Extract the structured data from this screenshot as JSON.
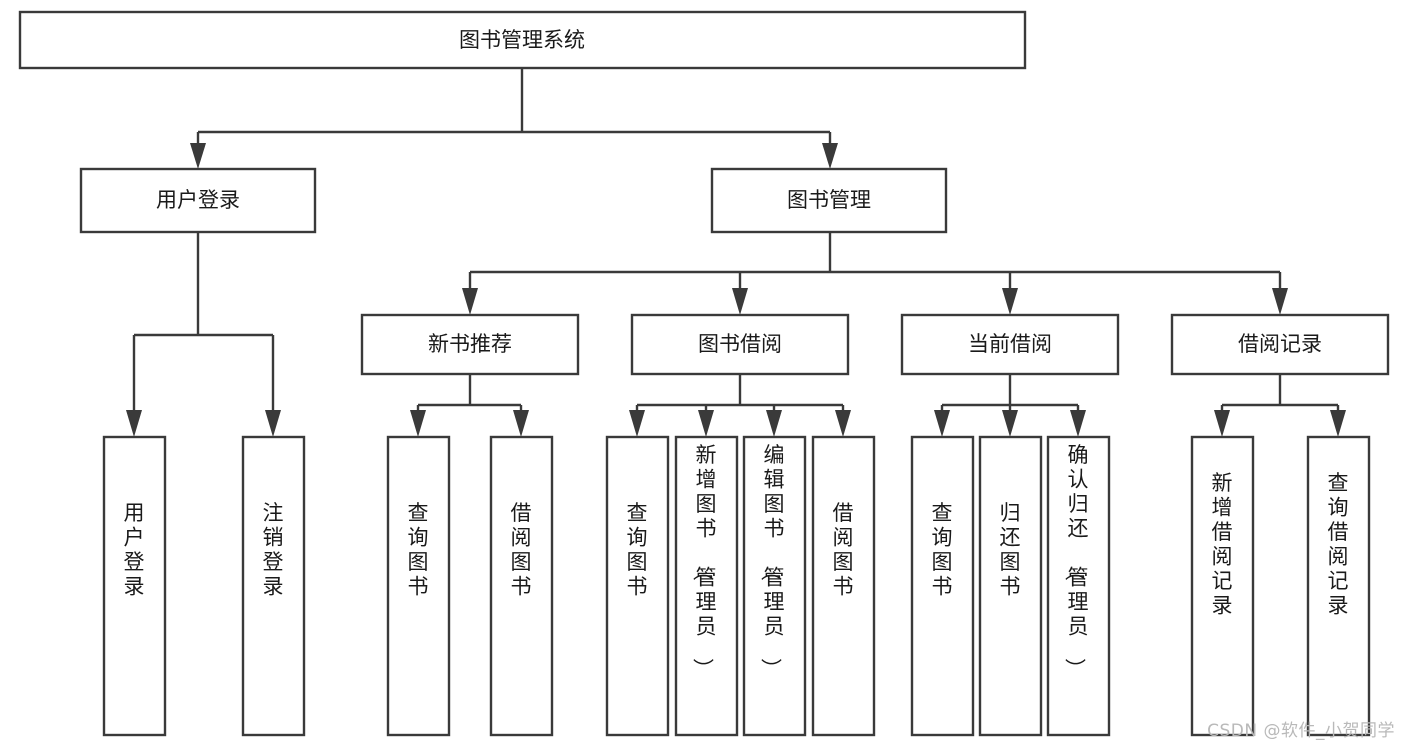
{
  "diagram": {
    "type": "tree-hierarchy-function-decomposition",
    "root": {
      "id": "root",
      "label": "图书管理系统"
    },
    "level2": [
      {
        "id": "user-login",
        "label": "用户登录"
      },
      {
        "id": "book-management",
        "label": "图书管理"
      }
    ],
    "level3": [
      {
        "id": "new-book-recommend",
        "label": "新书推荐",
        "parent": "book-management"
      },
      {
        "id": "book-borrow",
        "label": "图书借阅",
        "parent": "book-management"
      },
      {
        "id": "current-borrow",
        "label": "当前借阅",
        "parent": "book-management"
      },
      {
        "id": "borrow-record",
        "label": "借阅记录",
        "parent": "book-management"
      }
    ],
    "leaves": [
      {
        "id": "leaf-user-login",
        "label": "用户登录",
        "parent": "user-login"
      },
      {
        "id": "leaf-logout-login",
        "label": "注销登录",
        "parent": "user-login"
      },
      {
        "id": "leaf-query-book-1",
        "label": "查询图书",
        "parent": "new-book-recommend"
      },
      {
        "id": "leaf-borrow-book-1",
        "label": "借阅图书",
        "parent": "new-book-recommend"
      },
      {
        "id": "leaf-query-book-2",
        "label": "查询图书",
        "parent": "book-borrow"
      },
      {
        "id": "leaf-add-book",
        "label": "新增图书（管理员）",
        "parent": "book-borrow"
      },
      {
        "id": "leaf-edit-book",
        "label": "编辑图书（管理员）",
        "parent": "book-borrow"
      },
      {
        "id": "leaf-borrow-book-2",
        "label": "借阅图书",
        "parent": "book-borrow"
      },
      {
        "id": "leaf-query-book-3",
        "label": "查询图书",
        "parent": "current-borrow"
      },
      {
        "id": "leaf-return-book",
        "label": "归还图书",
        "parent": "current-borrow"
      },
      {
        "id": "leaf-confirm-return",
        "label": "确认归还（管理员）",
        "parent": "current-borrow"
      },
      {
        "id": "leaf-add-record",
        "label": "新增借阅记录",
        "parent": "borrow-record"
      },
      {
        "id": "leaf-query-record",
        "label": "查询借阅记录",
        "parent": "borrow-record"
      }
    ]
  },
  "watermark": {
    "label": "CSDN @软件_小贺同学"
  },
  "colors": {
    "stroke": "#3a3a3a",
    "box_fill": "#ffffff",
    "text": "#1a1a1a",
    "background": "#ffffff",
    "watermark": "#b9b9b9"
  }
}
